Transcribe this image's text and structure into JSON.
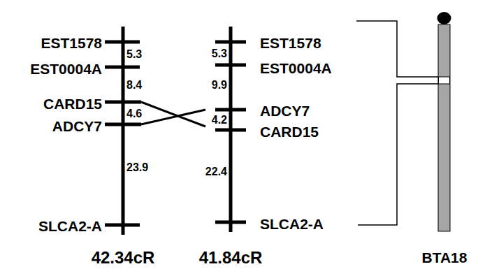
{
  "diagram": {
    "labels": [
      "EST1578",
      "EST0004A",
      "CARD15",
      "ADCY7",
      "SLCA2-A",
      "5.3",
      "8.4",
      "4.6",
      "23.9",
      "42.34cR",
      "EST1578",
      "EST0004A",
      "ADCY7",
      "CARD15",
      "SLCA2-A",
      "5.3",
      "9.9",
      "4.2",
      "22.4",
      "41.84cR",
      "BTA18"
    ]
  }
}
